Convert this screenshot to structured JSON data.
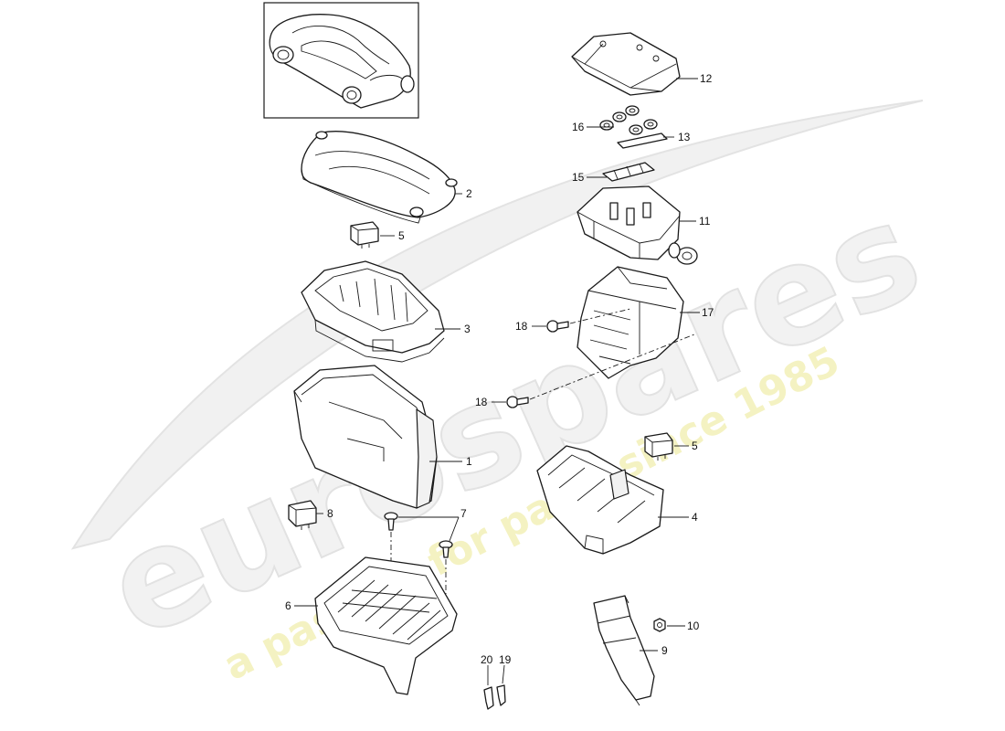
{
  "watermark": {
    "brand": "eurospares",
    "tagline": "a passion for parts since 1985"
  },
  "callouts": {
    "c1": "1",
    "c2": "2",
    "c3": "3",
    "c4": "4",
    "c5a": "5",
    "c5b": "5",
    "c6": "6",
    "c7": "7",
    "c8": "8",
    "c9": "9",
    "c10": "10",
    "c11": "11",
    "c12": "12",
    "c13": "13",
    "c15": "15",
    "c16": "16",
    "c17": "17",
    "c18a": "18",
    "c18b": "18",
    "c19": "19",
    "c20": "20"
  }
}
